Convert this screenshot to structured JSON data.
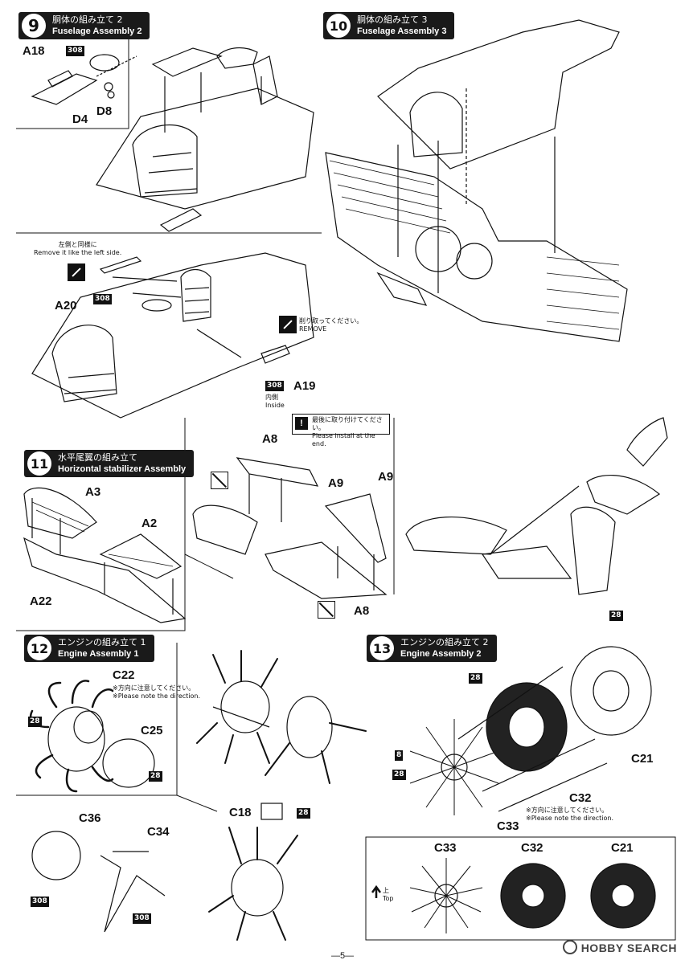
{
  "steps": [
    {
      "num": "9",
      "jp": "胴体の組み立て 2",
      "en": "Fuselage Assembly 2"
    },
    {
      "num": "10",
      "jp": "胴体の組み立て 3",
      "en": "Fuselage Assembly 3"
    },
    {
      "num": "11",
      "jp": "水平尾翼の組み立て",
      "en": "Horizontal stabilizer Assembly"
    },
    {
      "num": "12",
      "jp": "エンジンの組み立て 1",
      "en": "Engine Assembly 1"
    },
    {
      "num": "13",
      "jp": "エンジンの組み立て 2",
      "en": "Engine Assembly 2"
    }
  ],
  "parts": {
    "a18": "A18",
    "d4": "D4",
    "d8": "D8",
    "a20": "A20",
    "a19": "A19",
    "a8_top": "A8",
    "a9_mid": "A9",
    "a9_right": "A9",
    "a8_bottom": "A8",
    "a3": "A3",
    "a2": "A2",
    "a22": "A22",
    "c22": "C22",
    "c25": "C25",
    "c36": "C36",
    "c34": "C34",
    "c18": "C18",
    "c21": "C21",
    "c32": "C32",
    "c33": "C33",
    "ref_c33": "C33",
    "ref_c32": "C32",
    "ref_c21": "C21"
  },
  "badges": {
    "b308_s9": "308",
    "b308_a20": "308",
    "b308_a19": "308",
    "b28_c22": "28",
    "b28_c25": "28",
    "b308_c36": "308",
    "b308_c34": "308",
    "b28_c18": "28",
    "b28_top": "28",
    "b28_c32top": "28",
    "b8": "8",
    "b28_c33": "28"
  },
  "notes": {
    "same_left_jp": "左側と同様に",
    "same_left_en": "Remove it like the left side.",
    "remove_jp": "削り取ってください。",
    "remove_en": "REMOVE",
    "inside_jp": "内側",
    "inside_en": "Inside",
    "install_end_jp": "最後に取り付けてください。",
    "install_end_en": "Please install at the end.",
    "direction_c22_jp": "※方向に注意してください。",
    "direction_c22_en": "※Please note the direction.",
    "direction_c32_jp": "※方向に注意してください。",
    "direction_c32_en": "※Please note the direction.",
    "top_jp": "上",
    "top_en": "Top"
  },
  "footer": "—5—",
  "watermark": "HOBBY SEARCH"
}
